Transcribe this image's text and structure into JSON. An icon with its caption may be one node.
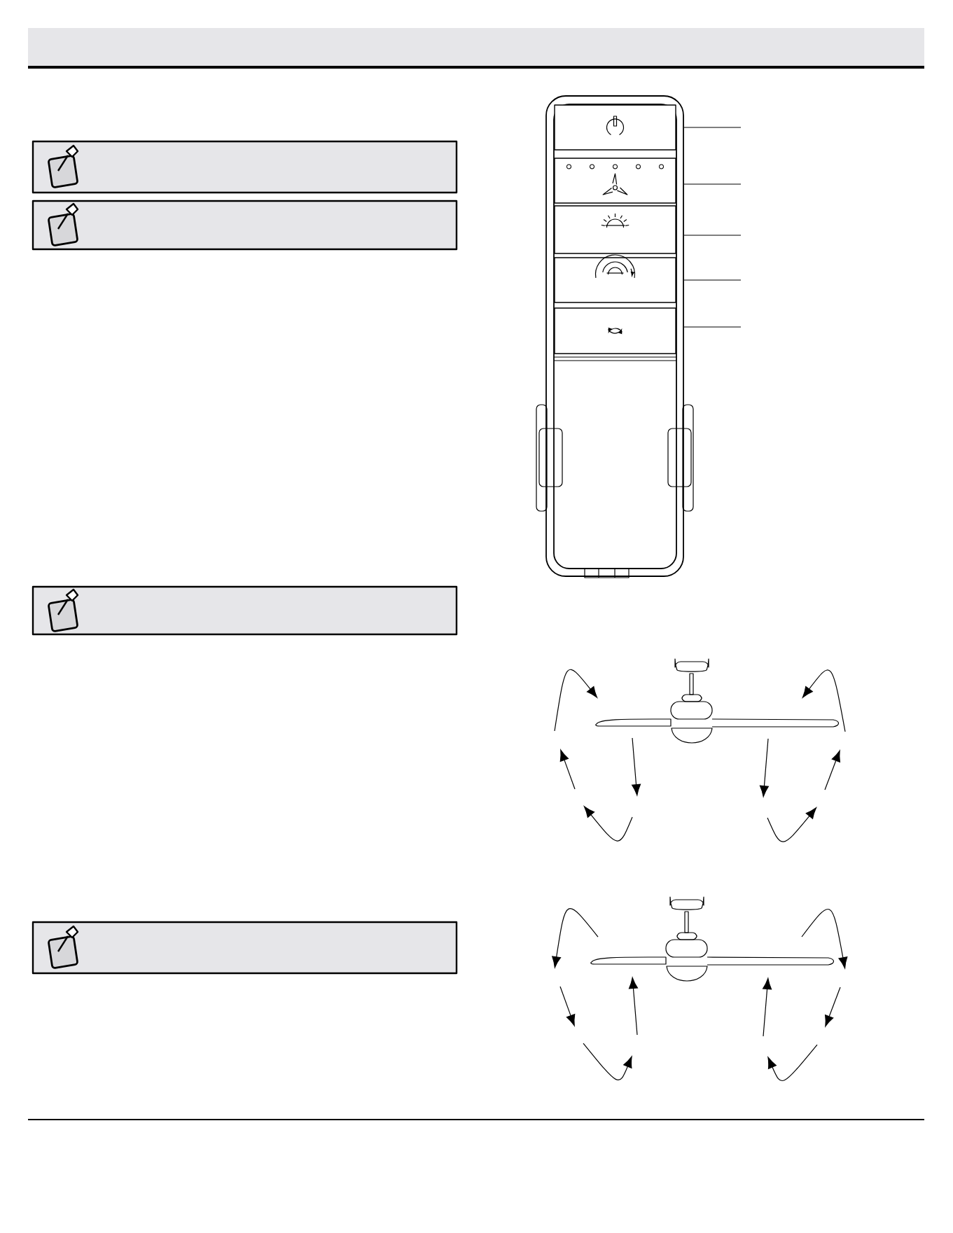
{
  "diagram": {
    "nodes": [
      {
        "text": [],
        "shape": "box"
      },
      {
        "text": [],
        "shape": "box"
      },
      {
        "text": [],
        "shape": "box"
      },
      {
        "text": [],
        "shape": "box"
      },
      {
        "text": [],
        "shape": "box"
      },
      {
        "text": [],
        "shape": "box"
      },
      {
        "text": [],
        "shape": "box"
      },
      {
        "text": [],
        "shape": "box"
      },
      {
        "text": [],
        "shape": "box"
      }
    ],
    "edges": [
      {
        "from": 4,
        "to": null,
        "arrow": "none"
      },
      {
        "from": 5,
        "to": null,
        "arrow": "none"
      },
      {
        "from": 6,
        "to": null,
        "arrow": "none"
      },
      {
        "from": 7,
        "to": null,
        "arrow": "none"
      },
      {
        "from": 8,
        "to": null,
        "arrow": "none"
      }
    ]
  }
}
